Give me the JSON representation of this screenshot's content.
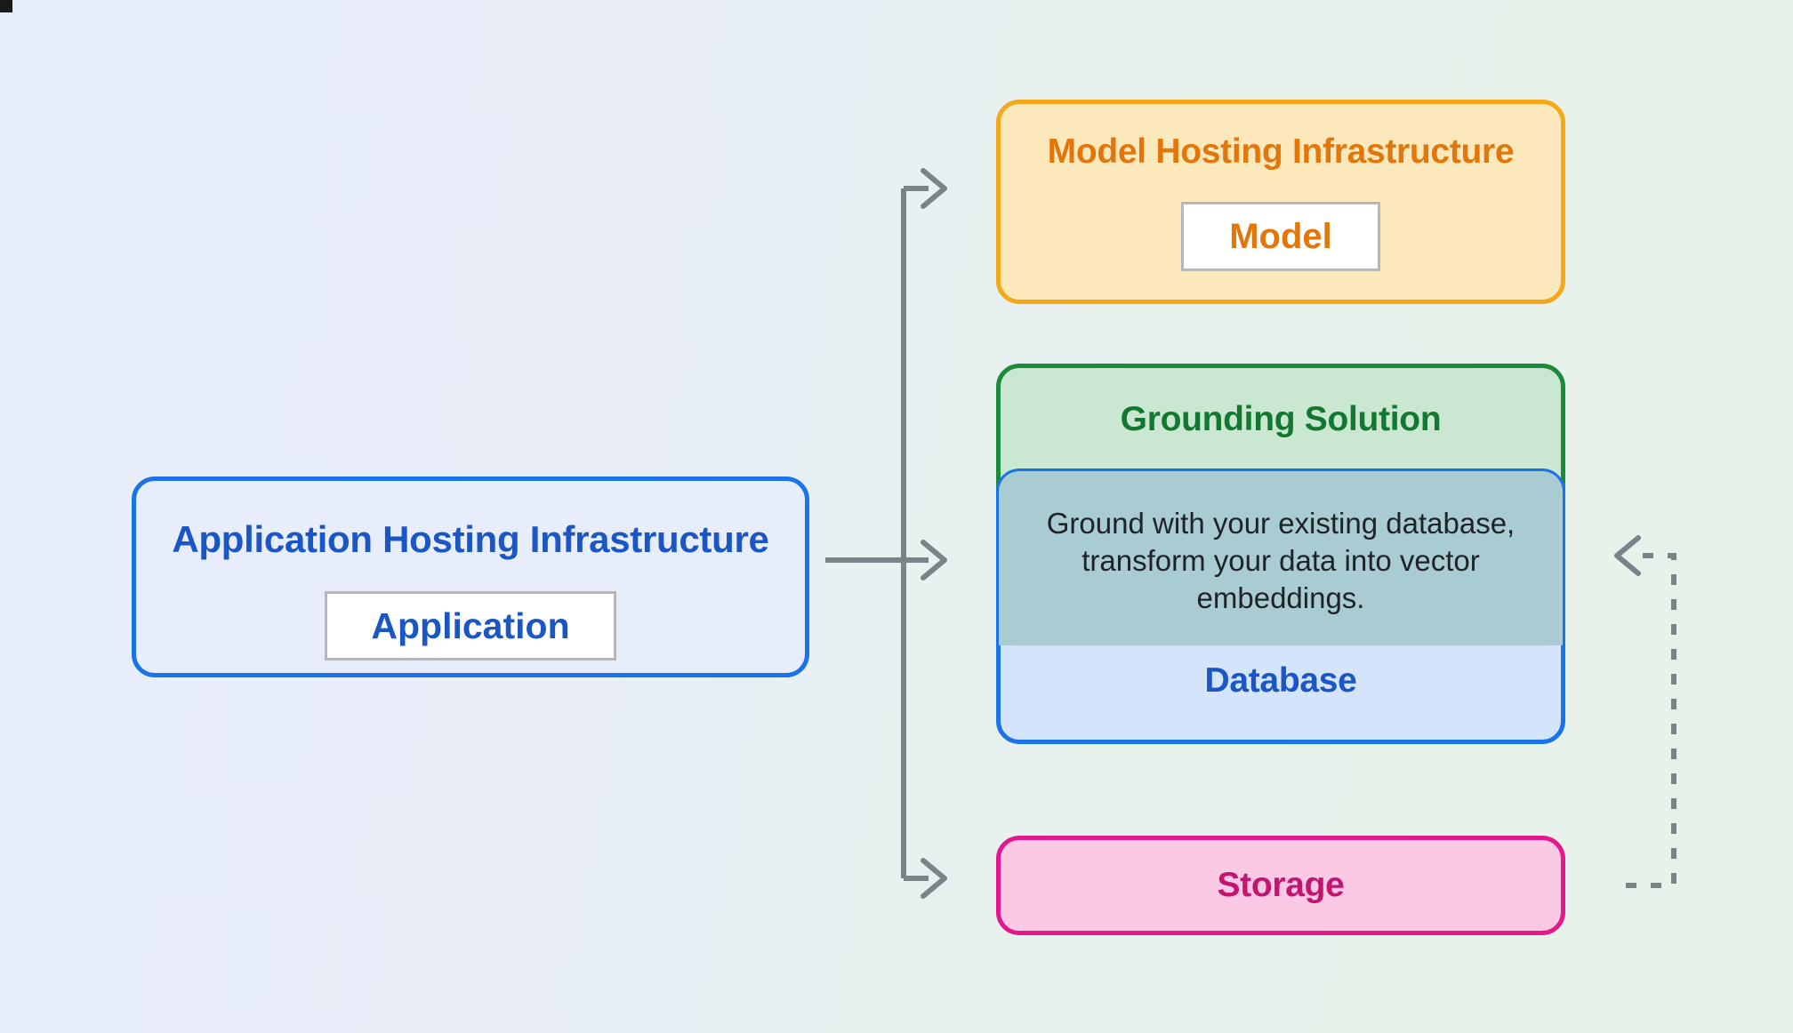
{
  "diagram": {
    "title_hidden": "",
    "background": {
      "gradient_from": "#e8edfb",
      "gradient_to": "#e5f2e8"
    },
    "nodes": {
      "application_hosting": {
        "label": "Application Hosting Infrastructure",
        "inner_label": "Application",
        "border_color": "#1a73e8",
        "fill_color": "#e7edfb",
        "text_color": "#1a56c4"
      },
      "model_hosting": {
        "label": "Model Hosting Infrastructure",
        "inner_label": "Model",
        "border_color": "#f2a818",
        "fill_color": "#fce9bb",
        "text_color": "#e2760b"
      },
      "grounding_solution": {
        "label": "Grounding Solution",
        "border_color": "#1b8a3a",
        "fill_color": "#c7e6ce",
        "text_color": "#13782f"
      },
      "database": {
        "label": "Database",
        "border_color": "#1a73e8",
        "fill_color": "#d2e2fc",
        "text_color": "#1a56c4"
      },
      "overlap": {
        "description": "Ground with your existing database, transform your data into vector embeddings.",
        "fill_color": "#a8ccd1",
        "text_color": "#1f2328"
      },
      "storage": {
        "label": "Storage",
        "border_color": "#e2188c",
        "fill_color": "#fcc9e4",
        "text_color": "#c2156f"
      }
    },
    "connectors": {
      "stroke_color": "#7b8288",
      "solid": [
        {
          "name": "app-to-model",
          "style": "solid",
          "arrow": "end"
        },
        {
          "name": "app-to-grounding",
          "style": "solid",
          "arrow": "end"
        },
        {
          "name": "app-to-storage",
          "style": "solid",
          "arrow": "end"
        }
      ],
      "dashed": [
        {
          "name": "storage-to-database",
          "style": "dashed",
          "arrow": "end"
        }
      ]
    }
  }
}
